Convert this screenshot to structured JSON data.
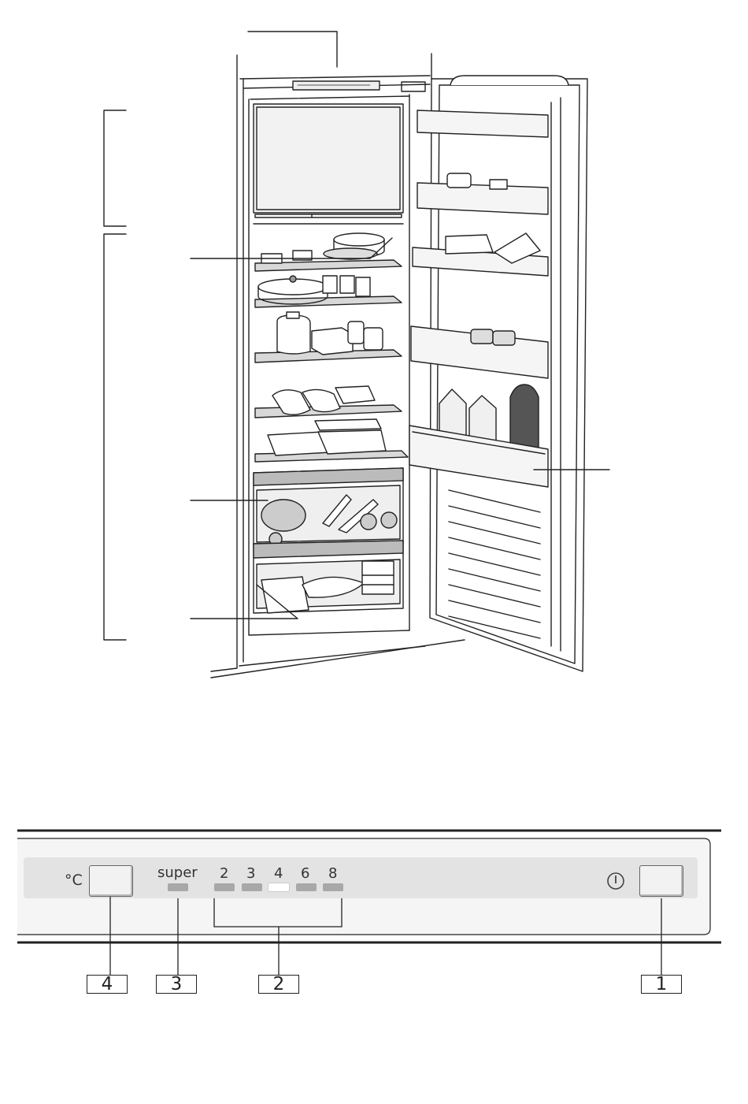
{
  "panel": {
    "unit_label": "°C",
    "super_label": "super",
    "temperature_settings": [
      "2",
      "3",
      "4",
      "6",
      "8"
    ],
    "active_setting": "4",
    "power_symbol": "⏻"
  },
  "callouts": [
    "4",
    "3",
    "2",
    "1"
  ],
  "colors": {
    "line": "#222222",
    "panel_bg": "#ebebeb",
    "panel_strip": "#d9d9d9",
    "indicator_off": "#a8a8a8",
    "indicator_on": "#ffffff"
  },
  "icons": {
    "power": "power-icon"
  }
}
